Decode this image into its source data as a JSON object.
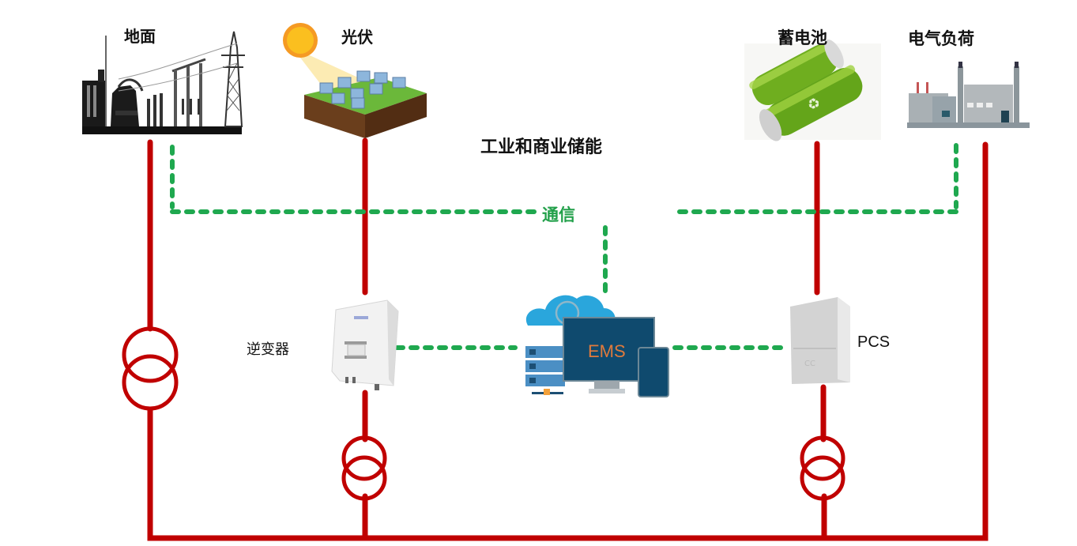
{
  "title": "工业和商业储能",
  "nodes": {
    "ground": {
      "label": "地面",
      "icon": "substation-icon"
    },
    "pv": {
      "label": "光伏",
      "icon": "solar-farm-icon"
    },
    "battery": {
      "label": "蓄电池",
      "icon": "battery-icon"
    },
    "load": {
      "label": "电气负荷",
      "icon": "factory-icon"
    },
    "inverter": {
      "label": "逆变器",
      "icon": "inverter-icon"
    },
    "pcs": {
      "label": "PCS",
      "icon": "pcs-cabinet-icon"
    },
    "ems": {
      "label": "EMS",
      "icon": "ems-cloud-computer-icon"
    }
  },
  "communication": {
    "label": "通信"
  },
  "colors": {
    "power_line": "#c00000",
    "comm_line": "#1fa84f",
    "ems_screen": "#0f4a6e",
    "ems_text": "#e07a3c",
    "cloud": "#2aa6dc"
  }
}
